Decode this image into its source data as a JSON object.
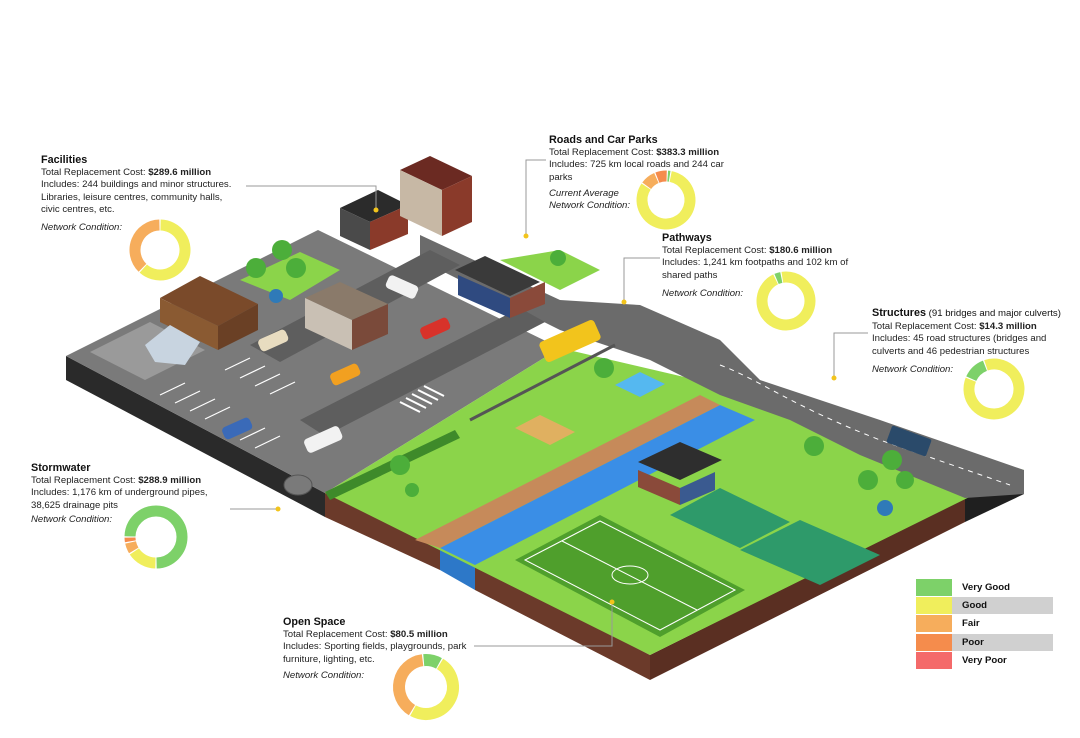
{
  "colors": {
    "very_good": "#7dd169",
    "good": "#f0ee5c",
    "fair": "#f6ad5c",
    "poor": "#f58c4c",
    "very_poor": "#f46a6a",
    "grass": "#8bd44a",
    "road": "#6b6b6b",
    "water": "#3a8ee6",
    "soil": "#6b3a2a"
  },
  "assets": {
    "facilities": {
      "title": "Facilities",
      "cost_label": "Total Replacement Cost: ",
      "cost_value": "$289.6 million",
      "includes": "Includes: 244 buildings and minor structures. Libraries, leisure centres, community halls, civic centres, etc.",
      "condition_label": "Network Condition:",
      "condition": [
        {
          "rating": "Good",
          "share": 0.62
        },
        {
          "rating": "Fair",
          "share": 0.38
        }
      ]
    },
    "roads": {
      "title": "Roads and Car Parks",
      "cost_label": "Total Replacement Cost: ",
      "cost_value": "$383.3 million",
      "includes": "Includes: 725 km local roads and 244 car parks",
      "condition_label": "Current Average Network Condition:",
      "condition": [
        {
          "rating": "Good",
          "share": 0.82
        },
        {
          "rating": "Fair",
          "share": 0.09
        },
        {
          "rating": "Poor",
          "share": 0.07
        },
        {
          "rating": "Very Good",
          "share": 0.02
        }
      ]
    },
    "pathways": {
      "title": "Pathways",
      "cost_label": "Total Replacement Cost: ",
      "cost_value": "$180.6 million",
      "includes": "Includes: 1,241 km footpaths and 102 km of shared paths",
      "condition_label": "Network Condition:",
      "condition": [
        {
          "rating": "Good",
          "share": 0.96
        },
        {
          "rating": "Very Good",
          "share": 0.04
        }
      ]
    },
    "structures": {
      "title": "Structures",
      "title_note": " (91 bridges and major culverts)",
      "cost_label": "Total Replacement Cost: ",
      "cost_value": "$14.3 million",
      "includes": "Includes: 45 road structures (bridges and culverts and 46 pedestrian structures",
      "condition_label": "Network Condition:",
      "condition": [
        {
          "rating": "Good",
          "share": 0.87
        },
        {
          "rating": "Very Good",
          "share": 0.13
        }
      ]
    },
    "stormwater": {
      "title": "Stormwater",
      "cost_label": "Total Replacement Cost: ",
      "cost_value": "$288.9 million",
      "includes": "Includes: 1,176 km of underground pipes, 38,625 drainage pits",
      "condition_label": "Network Condition:",
      "condition": [
        {
          "rating": "Very Good",
          "share": 0.75
        },
        {
          "rating": "Good",
          "share": 0.16
        },
        {
          "rating": "Fair",
          "share": 0.06
        },
        {
          "rating": "Poor",
          "share": 0.03
        }
      ]
    },
    "open_space": {
      "title": "Open Space",
      "cost_label": "Total Replacement Cost: ",
      "cost_value": "$80.5 million",
      "includes": "Includes: Sporting fields, playgrounds, park furniture, lighting, etc.",
      "condition_label": "Network Condition:",
      "condition": [
        {
          "rating": "Good",
          "share": 0.5
        },
        {
          "rating": "Fair",
          "share": 0.4
        },
        {
          "rating": "Very Good",
          "share": 0.1
        }
      ]
    }
  },
  "legend": [
    "Very Good",
    "Good",
    "Fair",
    "Poor",
    "Very Poor"
  ]
}
